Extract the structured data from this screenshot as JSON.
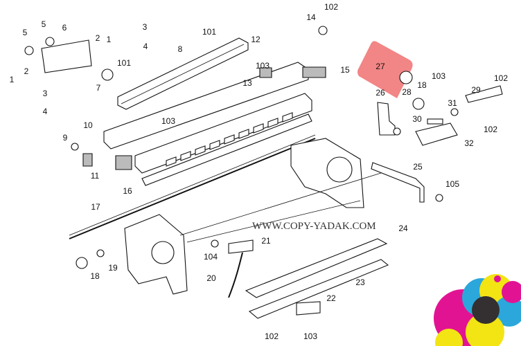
{
  "diagram": {
    "watermark": "WWW.COPY-YADAK.COM",
    "highlight_color": "#f07070",
    "highlighted_part": "27",
    "callouts": [
      "1",
      "1",
      "2",
      "2",
      "3",
      "3",
      "4",
      "4",
      "5",
      "5",
      "6",
      "7",
      "8",
      "9",
      "10",
      "11",
      "12",
      "13",
      "14",
      "15",
      "16",
      "17",
      "18",
      "18",
      "19",
      "20",
      "21",
      "22",
      "23",
      "24",
      "25",
      "26",
      "27",
      "28",
      "29",
      "30",
      "31",
      "32",
      "101",
      "101",
      "102",
      "102",
      "102",
      "102",
      "102",
      "103",
      "103",
      "103",
      "103",
      "104",
      "105"
    ]
  }
}
